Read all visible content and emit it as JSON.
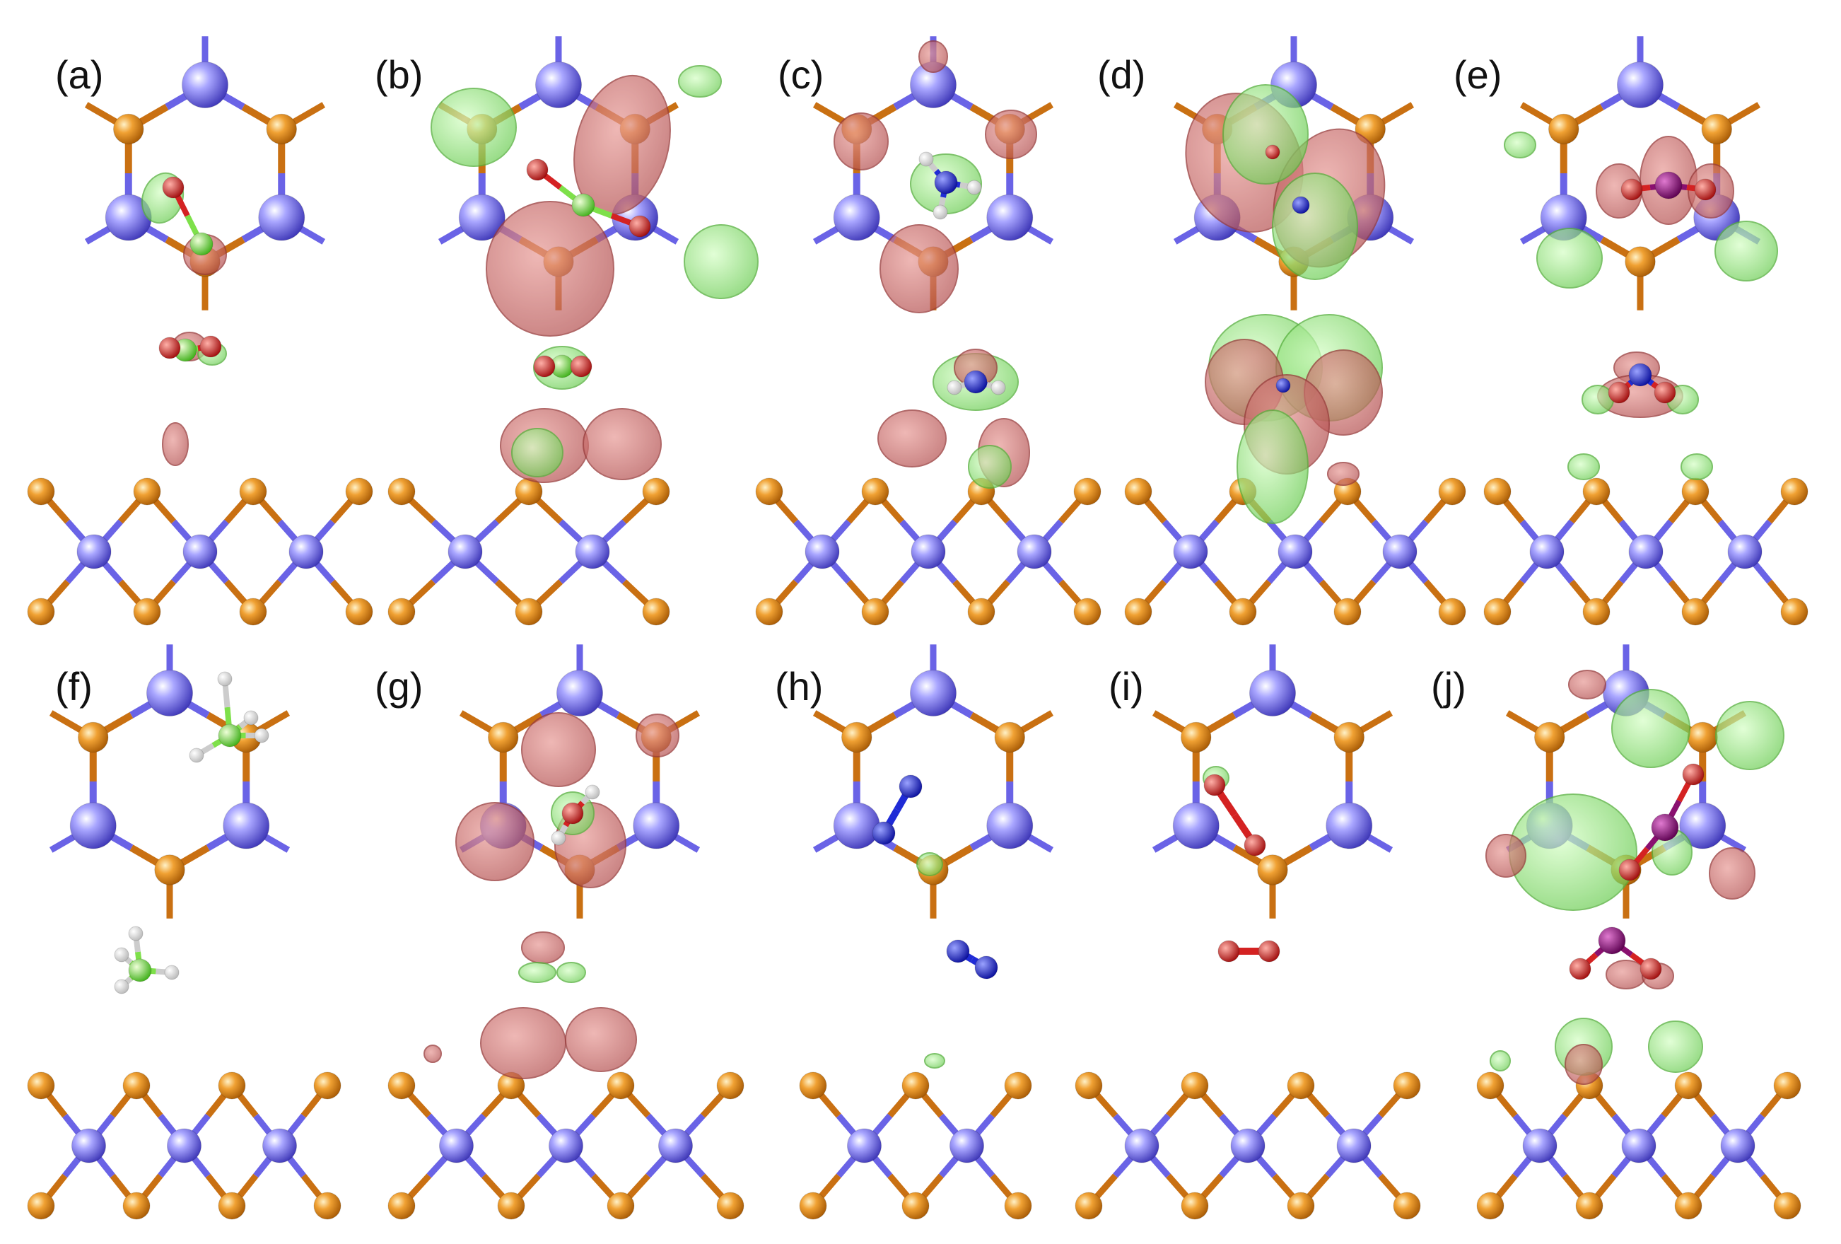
{
  "figure": {
    "panels": [
      {
        "label": "(a)",
        "adsorbate": "CO"
      },
      {
        "label": "(b)",
        "adsorbate": "CO2"
      },
      {
        "label": "(c)",
        "adsorbate": "NH3"
      },
      {
        "label": "(d)",
        "adsorbate": "NO"
      },
      {
        "label": "(e)",
        "adsorbate": "NO2"
      },
      {
        "label": "(f)",
        "adsorbate": "CH4"
      },
      {
        "label": "(g)",
        "adsorbate": "H2O"
      },
      {
        "label": "(h)",
        "adsorbate": "N2"
      },
      {
        "label": "(i)",
        "adsorbate": "O2"
      },
      {
        "label": "(j)",
        "adsorbate": "SO2"
      }
    ],
    "colors": {
      "metal_atom": "#6a63e6",
      "chalcogen_atom": "#e08a1c",
      "bond_metal": "#6a63e6",
      "bond_chalcogen": "#c97012",
      "charge_accumulation": "#d46a68",
      "charge_depletion": "#8ee07a",
      "carbon": "#7ee04a",
      "oxygen": "#d42222",
      "nitrogen": "#1f2bd6",
      "hydrogen": "#f2f2f2",
      "sulfur_central": "#8a1070"
    }
  }
}
